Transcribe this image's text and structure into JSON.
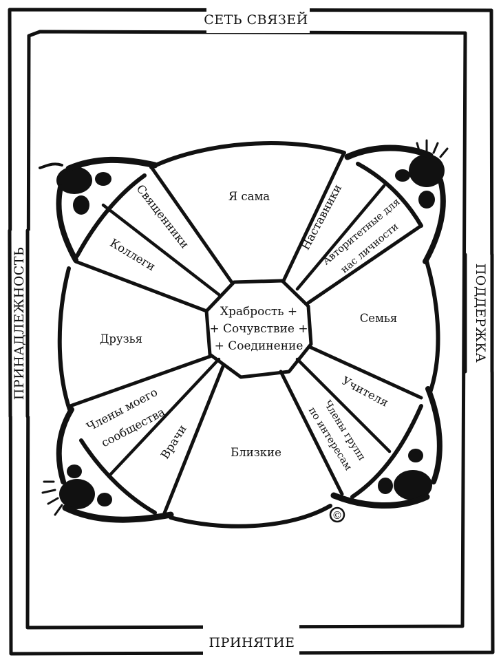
{
  "frame": {
    "top": "СЕТЬ СВЯЗЕЙ",
    "bottom": "ПРИНЯТИЕ",
    "left": "ПРИНАДЛЕЖНОСТЬ",
    "right": "ПОДДЕРЖКА"
  },
  "center": {
    "line1": "Храбрость +",
    "line2": "+ Сочувствие +",
    "line3": "+ Соединение"
  },
  "quadrants": {
    "top": "Я сама",
    "right": "Семья",
    "bottom": "Близкие",
    "left": "Друзья"
  },
  "wedges": {
    "tl_outer": "Священники",
    "tl_inner": "Коллеги",
    "tr_outer": "Наставники",
    "tr_inner_line1": "Авторитетные для",
    "tr_inner_line2": "нас личности",
    "br_outer": "Учителя",
    "br_inner_line1": "Члены групп",
    "br_inner_line2": "по интересам",
    "bl_outer_line1": "Члены моего",
    "bl_outer_line2": "сообщества",
    "bl_inner": "Врачи"
  },
  "copyright_mark": "©",
  "colors": {
    "ink": "#111111",
    "paper": "#ffffff"
  }
}
